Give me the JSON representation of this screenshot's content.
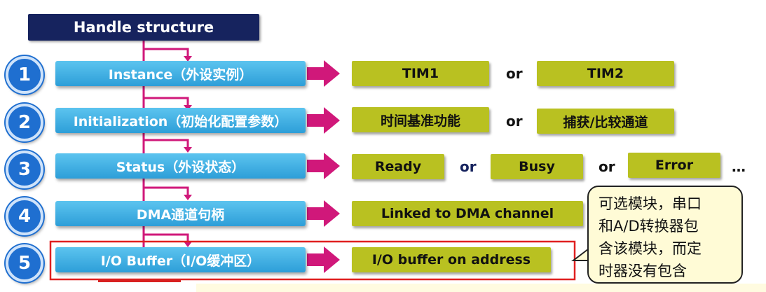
{
  "title": "Handle structure",
  "rows": [
    {
      "num": "1",
      "field": "Instance（外设实例）",
      "options": [
        "TIM1",
        "TIM2"
      ],
      "separators": [
        "or"
      ]
    },
    {
      "num": "2",
      "field": "Initialization（初始化配置参数）",
      "options": [
        "时间基准功能",
        "捕获/比较通道"
      ],
      "separators": [
        "or"
      ]
    },
    {
      "num": "3",
      "field": "Status（外设状态）",
      "options": [
        "Ready",
        "Busy",
        "Error"
      ],
      "separators": [
        "or",
        "or"
      ],
      "ellipsis": "…"
    },
    {
      "num": "4",
      "field": "DMA通道句柄",
      "options": [
        "Linked to DMA channel"
      ],
      "separators": []
    },
    {
      "num": "5",
      "field": "I/O Buffer（I/O缓冲区）",
      "options": [
        "I/O buffer on address"
      ],
      "separators": []
    }
  ],
  "note": {
    "lines": [
      "可选模块，串口",
      "和A/D转换器包",
      "含该模块，而定",
      "时器没有包含"
    ]
  },
  "colors": {
    "title_bg": "#16235e",
    "field_bg": "#2d9ed8",
    "option_bg": "#b9c121",
    "arrow": "#d0187a",
    "highlight": "#e02020"
  }
}
